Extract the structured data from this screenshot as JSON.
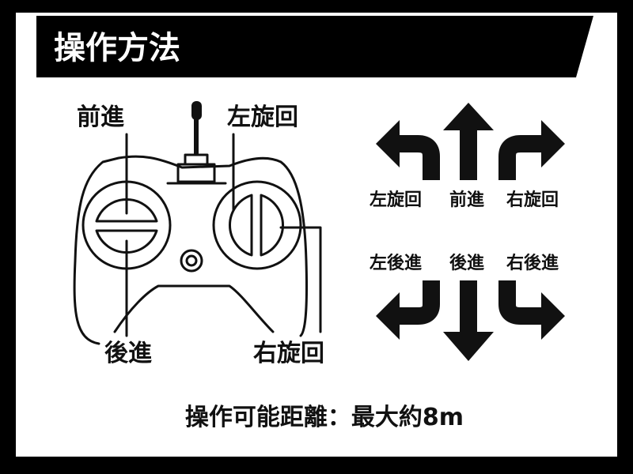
{
  "header": {
    "title": "操作方法"
  },
  "controller_labels": {
    "forward": "前進",
    "backward": "後進",
    "turn_left": "左旋回",
    "turn_right": "右旋回"
  },
  "arrows": {
    "top": [
      "左旋回",
      "前進",
      "右旋回"
    ],
    "bottom": [
      "左後進",
      "後進",
      "右後進"
    ]
  },
  "footer": {
    "range_text": "操作可能距離：最大約8m"
  }
}
